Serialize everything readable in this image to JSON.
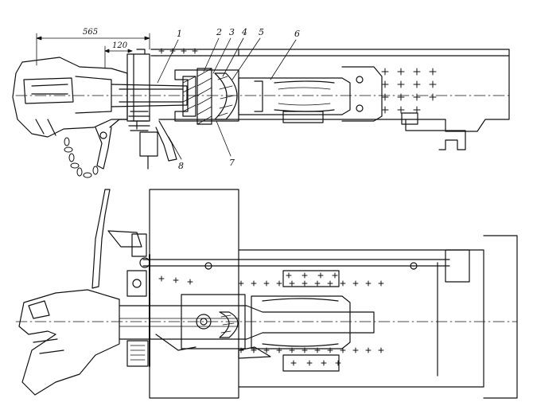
{
  "dimensions": {
    "overall": "565",
    "inner": "120"
  },
  "callouts": [
    "1",
    "2",
    "3",
    "4",
    "5",
    "6",
    "7",
    "8"
  ],
  "colors": {
    "ink": "#111111",
    "background": "#ffffff"
  }
}
